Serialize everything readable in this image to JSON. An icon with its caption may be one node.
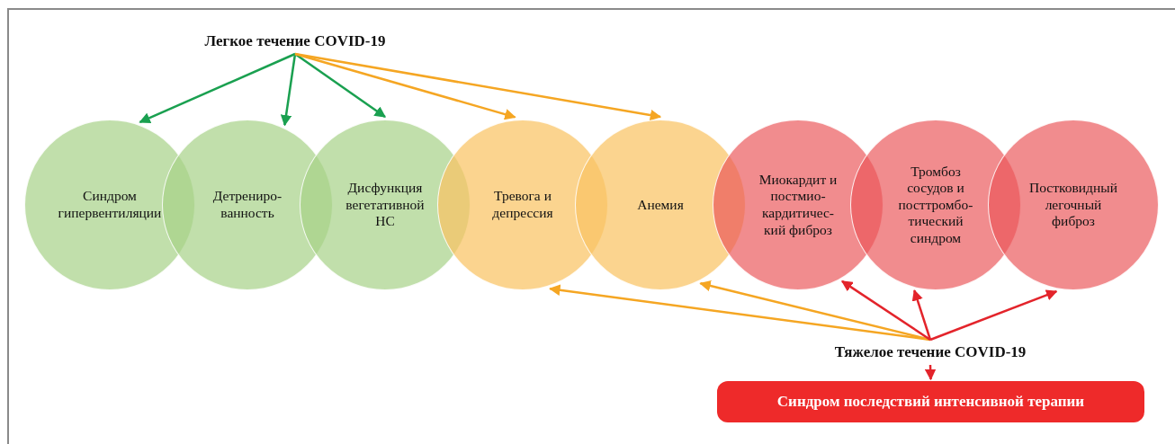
{
  "diagram": {
    "nodes": [
      {
        "text": [
          "Легкое течение COVID-19"
        ]
      },
      {
        "text": [
          "Синдром гипервентиляции"
        ]
      },
      {
        "text": [
          "Детрениро- ванность"
        ]
      },
      {
        "text": [
          "Дисфункция вегетативной НС"
        ]
      },
      {
        "text": [
          "Тревога и депрессия"
        ]
      },
      {
        "text": [
          "Анемия"
        ]
      },
      {
        "text": [
          "Миокардит и постмио- кардитичес- кий фиброз"
        ]
      },
      {
        "text": [
          "Тромбоз сосудов и посттромбо- тический синдром"
        ]
      },
      {
        "text": [
          "Постковидный легочный фиброз"
        ]
      },
      {
        "text": [
          "Тяжелое течение COVID-19"
        ]
      },
      {
        "text": [
          "Синдром последствий интенсивной терапии"
        ]
      }
    ],
    "edges": [
      {
        "from": 0,
        "to": 1,
        "arrow": "to",
        "color": "#1aa050"
      },
      {
        "from": 0,
        "to": 2,
        "arrow": "to",
        "color": "#1aa050"
      },
      {
        "from": 0,
        "to": 3,
        "arrow": "to",
        "color": "#1aa050"
      },
      {
        "from": 0,
        "to": 4,
        "arrow": "to"
      },
      {
        "from": 0,
        "to": 5,
        "arrow": "to"
      },
      {
        "from": 9,
        "to": 4,
        "arrow": "to"
      },
      {
        "from": 9,
        "to": 5,
        "arrow": "to"
      },
      {
        "from": 9,
        "to": 6,
        "arrow": "to",
        "color": "#e3242b"
      },
      {
        "from": 9,
        "to": 7,
        "arrow": "to",
        "color": "#e3242b"
      },
      {
        "from": 9,
        "to": 8,
        "arrow": "to",
        "color": "#e3242b"
      },
      {
        "from": 9,
        "to": 10,
        "arrow": "to",
        "color": "#e3242b"
      }
    ]
  }
}
